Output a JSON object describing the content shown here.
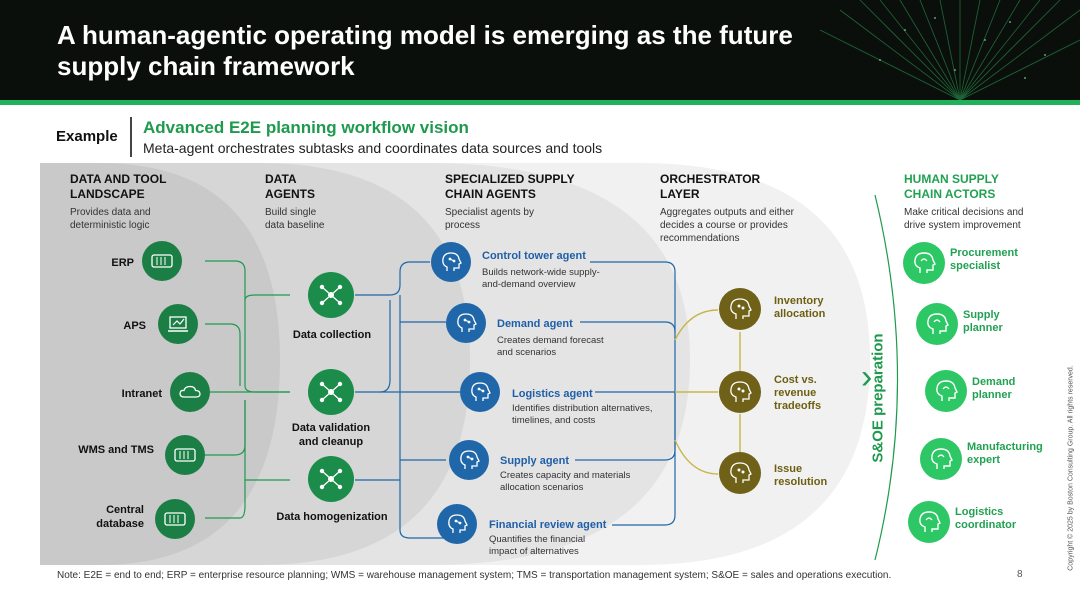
{
  "header": {
    "title": "A human-agentic operating model is emerging as the future supply chain framework"
  },
  "example": {
    "label": "Example",
    "title": "Advanced E2E planning workflow vision",
    "subtitle": "Meta-agent orchestrates subtasks and coordinates data sources and tools"
  },
  "columns": {
    "data_tools": {
      "title": "DATA AND TOOL LANDSCAPE",
      "desc": "Provides data and deterministic logic"
    },
    "data_agents": {
      "title": "DATA AGENTS",
      "desc": "Build single data baseline"
    },
    "specialized": {
      "title": "SPECIALIZED SUPPLY CHAIN AGENTS",
      "desc": "Specialist agents by process"
    },
    "orchestrator": {
      "title": "ORCHESTRATOR LAYER",
      "desc": "Aggregates outputs and either decides a course or provides recommendations"
    },
    "human": {
      "title": "HUMAN SUPPLY CHAIN ACTORS",
      "desc": "Make critical decisions and drive system improvement"
    }
  },
  "sources": [
    {
      "label": "ERP",
      "icon": "server-icon"
    },
    {
      "label": "APS",
      "icon": "laptop-chart-icon"
    },
    {
      "label": "Intranet",
      "icon": "cloud-icon"
    },
    {
      "label": "WMS and TMS",
      "icon": "server-icon"
    },
    {
      "label": "Central database",
      "icon": "server-icon"
    }
  ],
  "data_agents": [
    {
      "label": "Data collection"
    },
    {
      "label": "Data validation and cleanup"
    },
    {
      "label": "Data homogenization"
    }
  ],
  "agents": [
    {
      "title": "Control tower agent",
      "desc": "Builds network-wide supply-and-demand overview"
    },
    {
      "title": "Demand agent",
      "desc": "Creates demand forecast and scenarios"
    },
    {
      "title": "Logistics agent",
      "desc": "Identifies distribution alternatives, timelines, and costs"
    },
    {
      "title": "Supply agent",
      "desc": "Creates capacity and materials allocation scenarios"
    },
    {
      "title": "Financial review agent",
      "desc": "Quantifies the financial impact of alternatives"
    }
  ],
  "orchestrator": [
    {
      "label": "Inventory allocation"
    },
    {
      "label": "Cost vs. revenue tradeoffs"
    },
    {
      "label": "Issue resolution"
    }
  ],
  "actors": [
    {
      "label": "Procurement specialist"
    },
    {
      "label": "Supply planner"
    },
    {
      "label": "Demand planner"
    },
    {
      "label": "Manufacturing expert"
    },
    {
      "label": "Logistics coordinator"
    }
  ],
  "soe_label": "S&OE preparation",
  "note": "Note: E2E = end to end; ERP = enterprise resource planning; WMS = warehouse management system; TMS = transportation management system; S&OE = sales and operations execution.",
  "page_number": "8",
  "copyright": "Copyright © 2025 by Boston Consulting Group. All rights reserved.",
  "colors": {
    "header_bg": "#0b0f0c",
    "accent_green": "#21b15a",
    "data_green": "#1b7f45",
    "agent_blue": "#1f67a8",
    "orchestrator_gold": "#6f6118",
    "actor_green": "#2ec766",
    "panel_gray": "#e6e6e6"
  }
}
